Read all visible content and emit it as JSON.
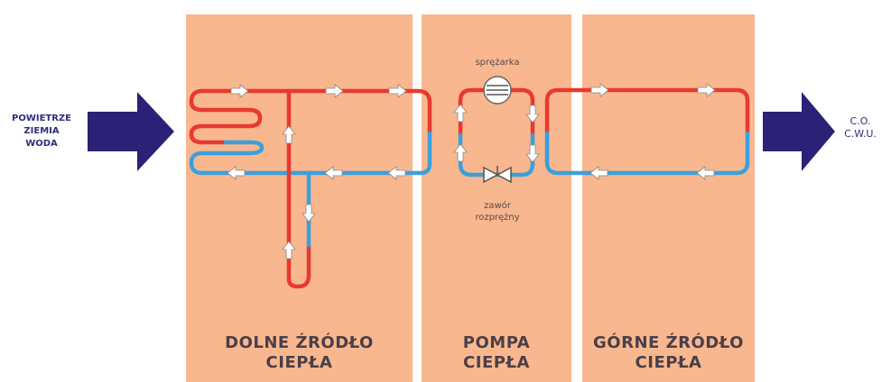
{
  "input": {
    "lines": [
      "POWIETRZE",
      "ZIEMIA",
      "WODA"
    ]
  },
  "output": {
    "lines": [
      "C.O.",
      "C.W.U."
    ]
  },
  "panels": {
    "lower": {
      "line1": "DOLNE ŹRÓDŁO",
      "line2": "CIEPŁA"
    },
    "pump": {
      "line1": "POMPA",
      "line2": "CIEPŁA"
    },
    "upper": {
      "line1": "GÓRNE ŹRÓDŁO",
      "line2": "CIEPŁA"
    }
  },
  "components": {
    "compressor": "sprężarka",
    "valve_line1": "zawór",
    "valve_line2": "rozprężny"
  },
  "colors": {
    "panel": "#f8b78e",
    "hot_pipe": "#e8392f",
    "cold_pipe": "#3aa0dc",
    "big_arrow": "#2b2277"
  }
}
